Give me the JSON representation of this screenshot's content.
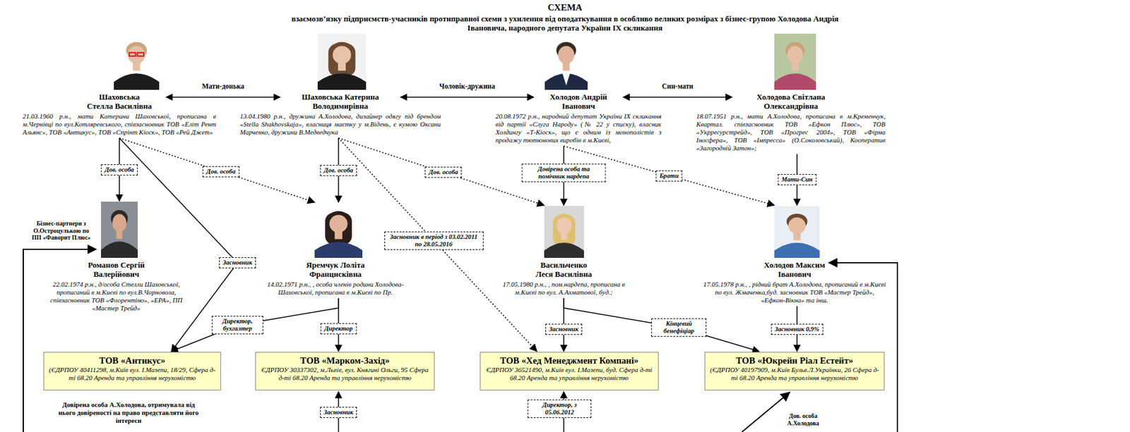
{
  "diagram": {
    "title": "СХЕМА",
    "nodes": [
      {
        "text": [
          "Шаховська Стелла Василівна",
          "21.03.1960 р.н., мати Катерини Шаховської, прописана в м.Чернівці по вул.Котляревського, співзасновник ТОВ «Еліт Рент Альянс», ТОВ «Антикус», ТОВ «Спрінт Кіоск», ТОВ «Рей Джет»"
        ]
      },
      {
        "text": [
          "Шаховська Катерина Володимирівна",
          "13.04.1980 р.н., дружина А.Холодова, дизайнер одягу під брендом «Stella Shakhovskaja», власниця маєтку у м.Відень, є кумою Оксани Марченко, дружини В.Медведчука"
        ]
      },
      {
        "text": [
          "Холодов Андрій Іванович",
          "20.08.1972 р.н., народний депутат України ІХ скликання від партії «Слуга Народу» (№ 22 у списку), власник Холдингу «Т-Кіоск», що є одним із монополістів з продажу тютюнових виробів в м.Києві,"
        ]
      },
      {
        "text": [
          "Холодова Світлана Олександрівна",
          "18.07.1951 р.н., мати А.Холодова, прописана в м.Кременчук, Квартал. співзасновник ТОВ «Ефкон Плюс», ТОВ «Укрресурстрейд», ТОВ «Прогрес 2004», ТОВ «Фірма Іносфера», ТОВ «Імпресса» (О.Соколовський), Кооператив «Загородній Затон»;"
        ]
      },
      {
        "text": [
          "Романов Сергій Валерійович",
          "22.02.1974 р.н., д/особа Стелли Шаховської, прописаний в м.Києві по вул.В.Чорновола, співзасновник ТОВ «Флорентіно», «ЕРА», ПП «Мастер Трейд»"
        ]
      },
      {
        "text": [
          "Яремчук Лоліта Францисківна",
          "14.02.1971 р.н., , особа членів родини Холодова-Шаховської, прописана в м.Києві по Пр."
        ]
      },
      {
        "text": [
          "Васильченко Леся Василівна",
          "17.05.1980 р.н., , пом.нардепа, прописана в м.Києві по вул. А.Ахматової, буд.;"
        ]
      },
      {
        "text": [
          "Холодов Максим Іванович",
          "17.05.1978 р.н., , рідний брат А.Холодова, прописаний в м.Києві по вул. Жмаченка,буд. засновник ТОВ «Мастер Трейд», «Ефкон-Вікна» та інш."
        ]
      },
      {
        "text": [
          "ТОВ «Антикус»",
          "(ЄДРПОУ 40411298, м.Київ вул. І.Мазепи, 18/29, Сфера д-ті 68.20 Аренда та управління нерухомістю"
        ]
      },
      {
        "text": [
          "ТОВ «Марком-Захід»",
          "ЄДРПОУ 30337302, м.Львів, вул. Княгині Ольги, 95 Сфера д-ті 68.20 Аренда та управління нерухомістю"
        ]
      },
      {
        "text": [
          "ТОВ «Хед Менеджмент Компані»",
          "ЄДРПОУ 36521490, м.Київ вул. І.Мазепи, буд. Сфера д-ті 68.20 Аренда та управління нерухомістю"
        ]
      },
      {
        "text": [
          "ТОВ «Юкрейн Ріал Естейт»",
          "(ЄДРПОУ 40197909, м.Київ Бульв.Л.Українки, 26 Сфера д-ті 68.20 Аренда та управління нерухомістю"
        ]
      }
    ],
    "edges": [
      {
        "from": 0,
        "to": 1,
        "label": "Мати-донька",
        "arrow": "both"
      },
      {
        "from": 1,
        "to": 2,
        "label": "Чоловік-дружина",
        "arrow": "both"
      },
      {
        "from": 2,
        "to": 3,
        "label": "Син-мати",
        "arrow": "both"
      },
      {
        "from": 0,
        "to": 4,
        "label": "Дов. особа",
        "arrow": "to"
      },
      {
        "from": 0,
        "to": 5,
        "label": "Дов. особа",
        "arrow": "to"
      },
      {
        "from": 0,
        "to": 8,
        "label": "Засновник",
        "arrow": "to"
      },
      {
        "from": 1,
        "to": 5,
        "label": "Дов. особа",
        "arrow": "to"
      },
      {
        "from": 1,
        "to": 10,
        "label": "Засновник в період з 03.02.2011 по 28.05.2016",
        "arrow": "to"
      },
      {
        "from": 1,
        "to": 6,
        "label": "Дов. особа",
        "arrow": "to"
      },
      {
        "from": 2,
        "to": 6,
        "label": "Довірена особа та помічник нардепа",
        "arrow": "to"
      },
      {
        "from": 2,
        "to": 7,
        "label": "Брати",
        "arrow": "to"
      },
      {
        "from": 3,
        "to": 7,
        "label": "Мати-Син",
        "arrow": "to"
      },
      {
        "from": 5,
        "to": 8,
        "label": "Директор, бухгалтер",
        "arrow": "to"
      },
      {
        "from": 5,
        "to": 9,
        "label": "Директор",
        "arrow": "to"
      },
      {
        "from": 6,
        "to": 10,
        "label": "Засновник",
        "arrow": "to"
      },
      {
        "from": 6,
        "to": 11,
        "label": "Кінцевий бенефіціар",
        "arrow": "to"
      },
      {
        "from": 7,
        "to": 11,
        "label": "Засновник 0,9%",
        "arrow": "to"
      }
    ],
    "labels": [
      "взаємозв’язку підприємств-учасників протиправної схеми з ухилення від оподаткування в особливо великих розмірах з бізнес-групою Холодова Андрія Івановича, народного депутата України ІХ скликання",
      "Бізнес-партнери з О.Остроцулькою по ПП «Фаворит Плюс»",
      "Засновник",
      "Директор, з 05.06.2012",
      "Дов. особа А.Холодова",
      "Довірена особа А.Холодова, отримувала від нього довіреності на право представляти його інтереси"
    ]
  }
}
